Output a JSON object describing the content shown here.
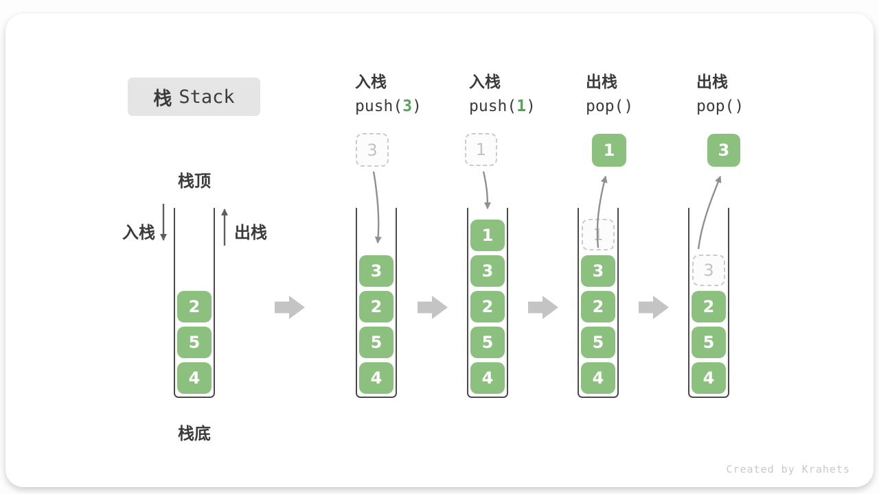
{
  "title": {
    "cjk": "栈",
    "latin": "Stack"
  },
  "side_labels": {
    "push": "入栈",
    "pop": "出栈",
    "top": "栈顶",
    "bottom": "栈底"
  },
  "operations": [
    {
      "label": "入栈",
      "fn": "push(",
      "arg": "3",
      "close": ")"
    },
    {
      "label": "入栈",
      "fn": "push(",
      "arg": "1",
      "close": ")"
    },
    {
      "label": "出栈",
      "fn": "pop(",
      "arg": "",
      "close": ")"
    },
    {
      "label": "出栈",
      "fn": "pop(",
      "arg": "",
      "close": ")"
    }
  ],
  "floating_boxes": [
    "3",
    "1",
    "1",
    "3"
  ],
  "stacks": [
    {
      "boxes": [
        "2",
        "5",
        "4"
      ]
    },
    {
      "boxes": [
        "3",
        "2",
        "5",
        "4"
      ]
    },
    {
      "boxes": [
        "1",
        "3",
        "2",
        "5",
        "4"
      ]
    },
    {
      "ghost": "1",
      "boxes": [
        "3",
        "2",
        "5",
        "4"
      ]
    },
    {
      "ghost": "3",
      "boxes": [
        "2",
        "5",
        "4"
      ]
    }
  ],
  "watermark": "Created by Krahets",
  "colors": {
    "box-green": "#8BC07E",
    "arg-green": "#56A356",
    "wall": "#4A4A4A",
    "arrow": "#8F8F8F",
    "arrow-dark": "#5E5E5E",
    "block-arrow": "#C4C4C4",
    "badge-bg": "#E5E5E5",
    "text": "#3B3B3B",
    "ghost-border": "#CBCBCB",
    "ghost-text": "#C2C2C2",
    "watermark": "#C9C9C9"
  }
}
